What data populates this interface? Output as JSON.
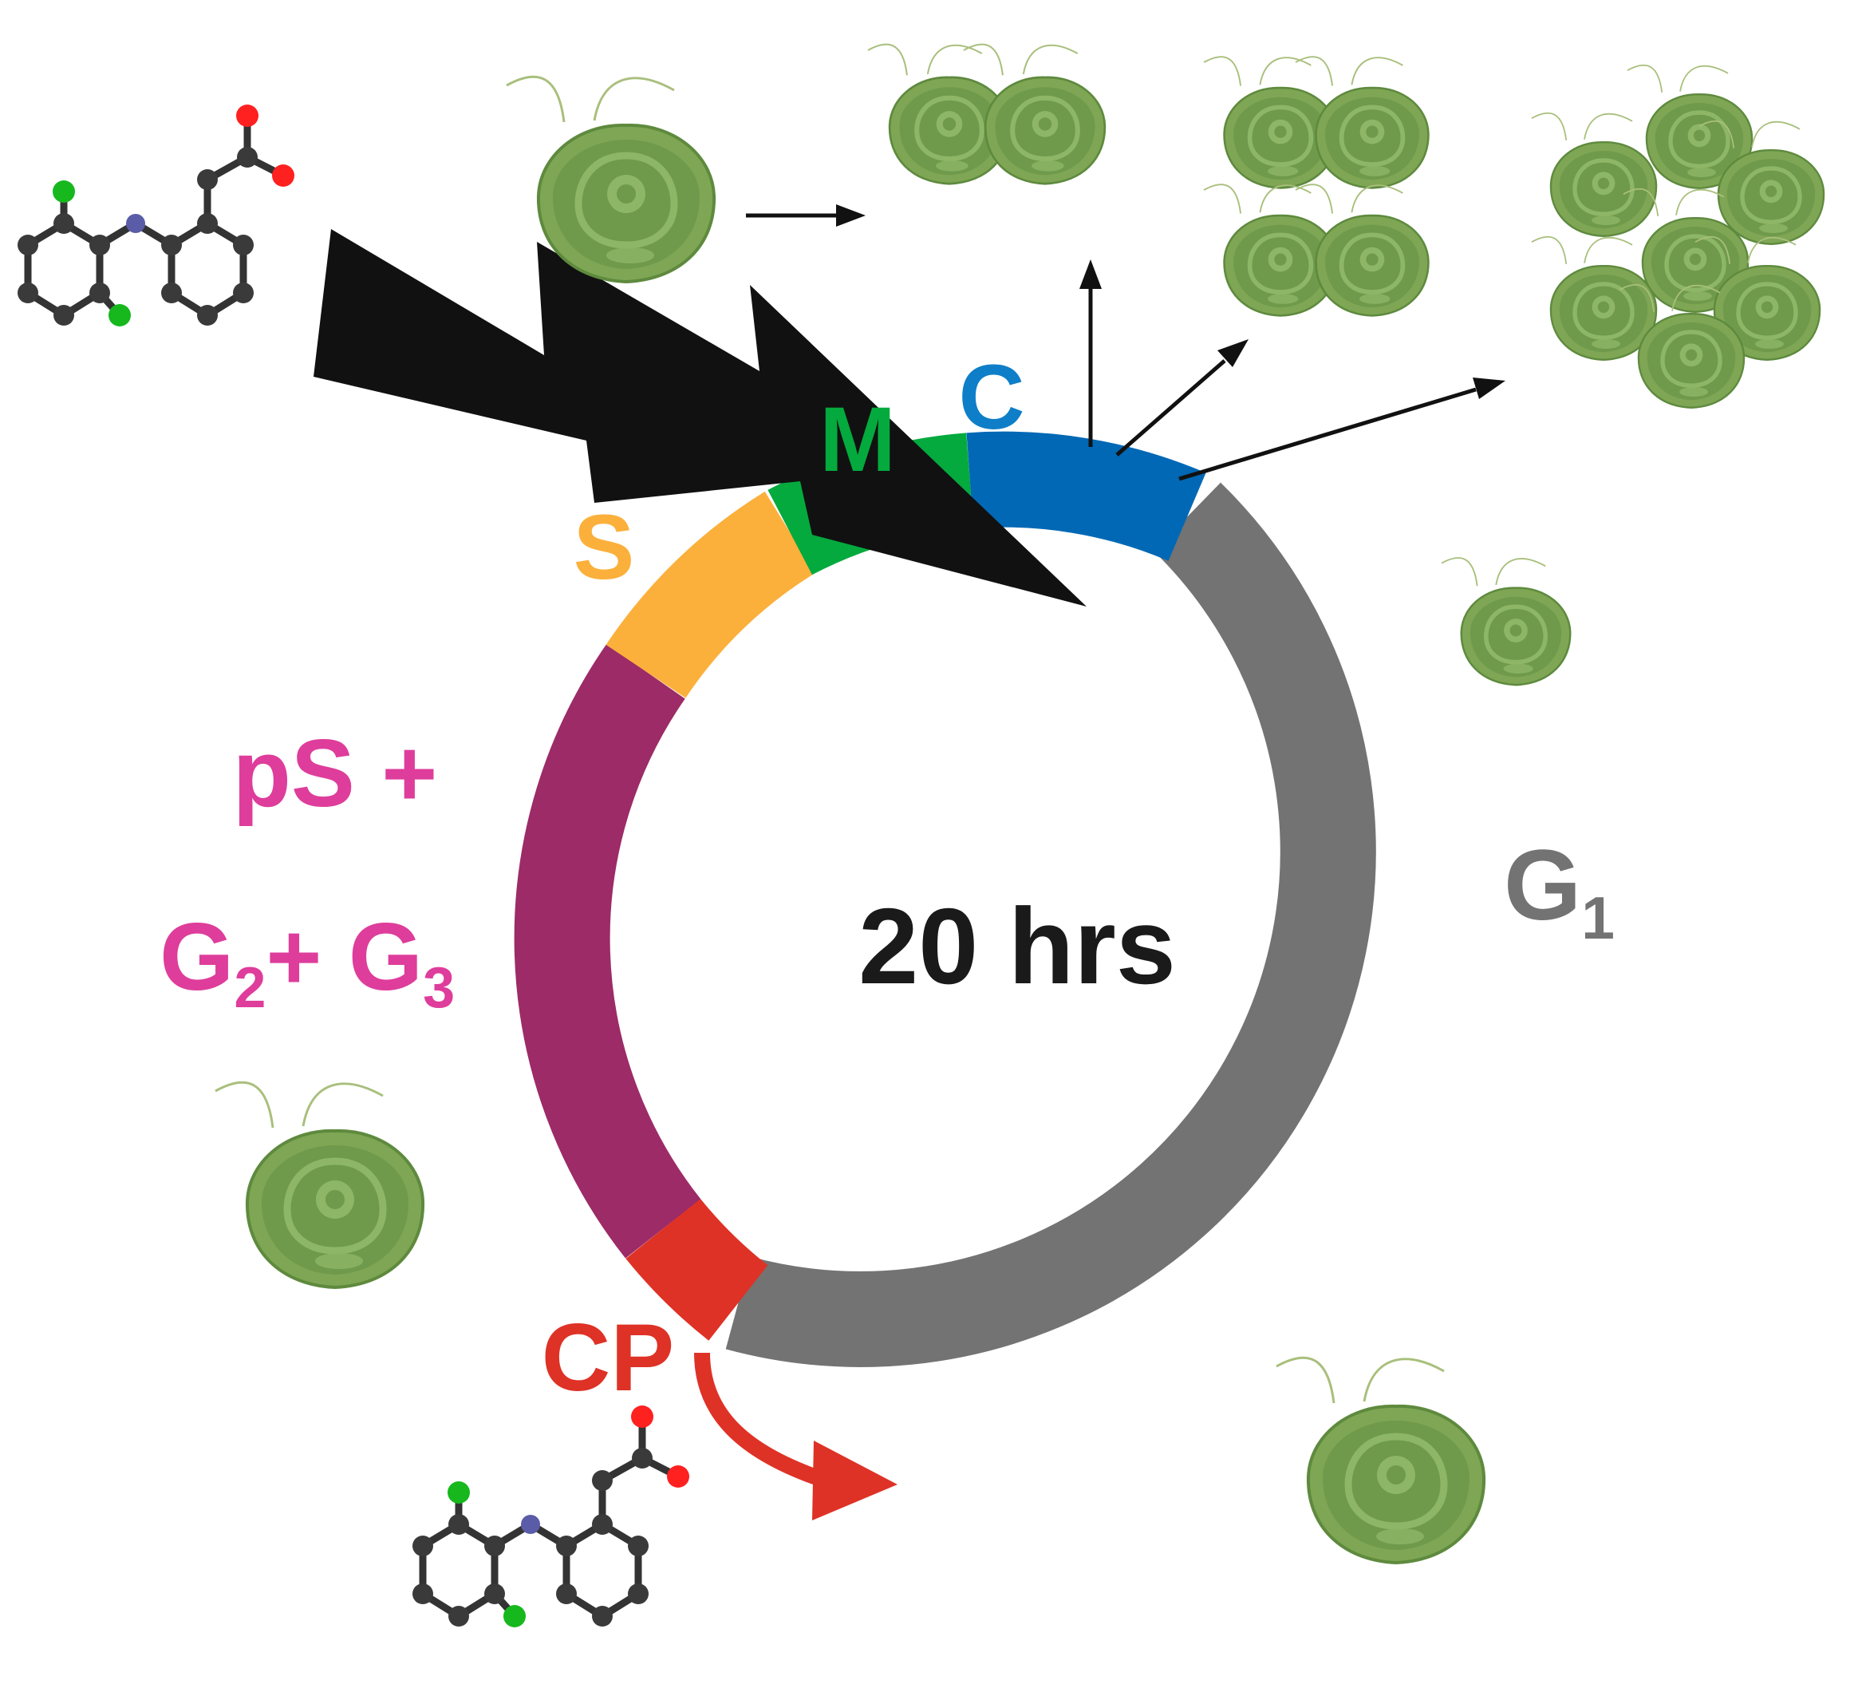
{
  "center_label": "20 hrs",
  "phases": [
    {
      "key": "G1",
      "label": "G",
      "sub": "1",
      "color": "#737373"
    },
    {
      "key": "CP",
      "label": "CP",
      "color": "#de3226"
    },
    {
      "key": "pS_G2_G3",
      "label_line1": "pS +",
      "label_line2_a": "G",
      "label_line2_a_sub": "2",
      "label_line2_b": "+ G",
      "label_line2_b_sub": "3",
      "color": "#9c2b67",
      "label_color": "#de3d9b"
    },
    {
      "key": "S",
      "label": "S",
      "color": "#fbb03b"
    },
    {
      "key": "M",
      "label": "M",
      "color": "#04aa3d"
    },
    {
      "key": "C",
      "label": "C",
      "color": "#0068b5"
    }
  ],
  "cell_color": "#7fa654",
  "bolt_color": "#111111",
  "atom_colors": {
    "carbon": "#3a3a3a",
    "nitrogen": "#5b5ca8",
    "oxygen": "#ff2020",
    "chlorine": "#16b81e"
  }
}
